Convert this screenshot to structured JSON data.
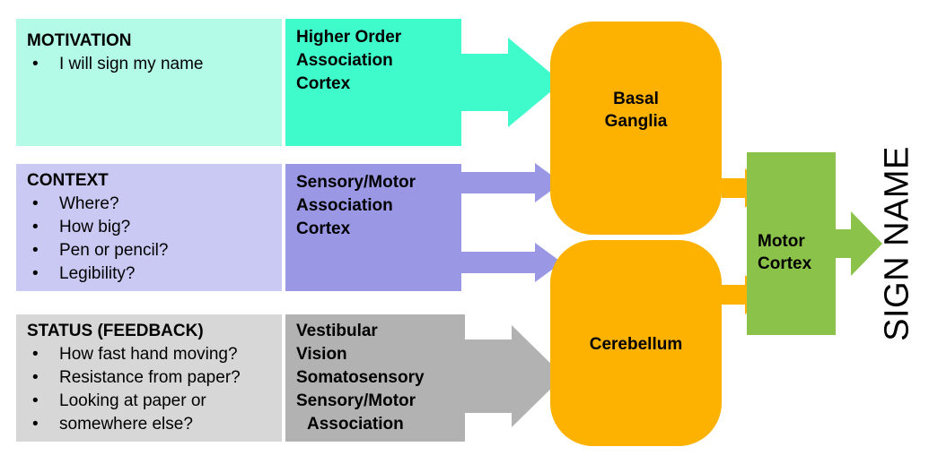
{
  "inputs": [
    {
      "heading": "MOTIVATION",
      "items": [
        "I will sign my name"
      ],
      "source_lines": [
        "Higher Order",
        "Association",
        "Cortex"
      ]
    },
    {
      "heading": "CONTEXT",
      "items": [
        "Where?",
        "How big?",
        "Pen or pencil?",
        "Legibility?"
      ],
      "source_lines": [
        "Sensory/Motor",
        "Association",
        "Cortex"
      ]
    },
    {
      "heading": "STATUS (FEEDBACK)",
      "items": [
        "How fast hand moving?",
        "Resistance from paper?",
        "Looking at paper or",
        "somewhere else?"
      ],
      "source_lines": [
        "Vestibular",
        "Vision",
        "Somatosensory",
        "Sensory/Motor",
        "  Association"
      ]
    }
  ],
  "nodes": {
    "basal_ganglia": [
      "Basal",
      "Ganglia"
    ],
    "cerebellum": [
      "Cerebellum"
    ],
    "motor_cortex": [
      "Motor",
      "Cortex"
    ]
  },
  "output": "SIGN NAME",
  "colors": {
    "motivation_light": "#b3fbe6",
    "motivation_dark": "#3ffbcc",
    "context_light": "#cac9f3",
    "context_dark": "#9a98e4",
    "status_light": "#d7d7d7",
    "status_dark": "#b2b2b2",
    "orange": "#fdb202",
    "green": "#8bc34a"
  }
}
